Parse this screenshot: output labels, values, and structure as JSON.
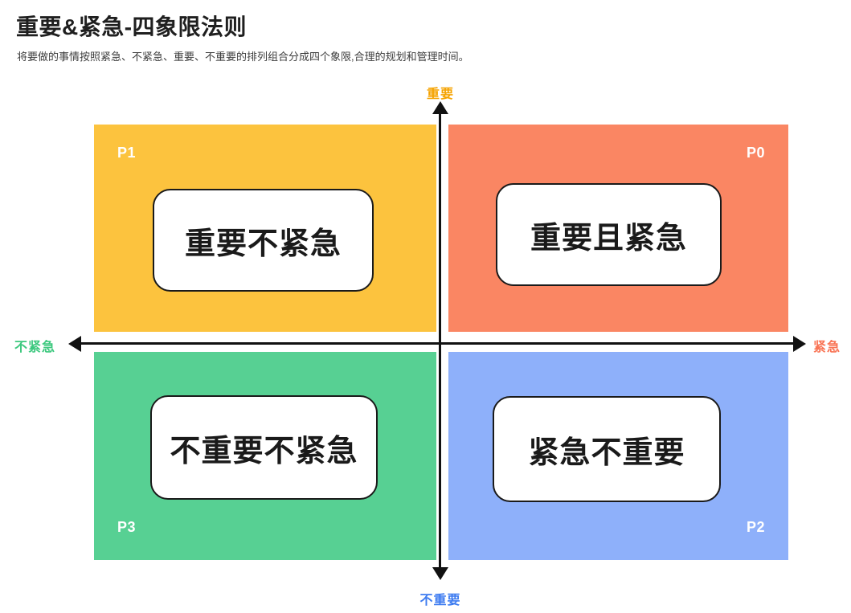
{
  "header": {
    "title": "重要&紧急-四象限法则",
    "subtitle": "将要做的事情按照紧急、不紧急、重要、不重要的排列组合分成四个象限,合理的规划和管理时间。"
  },
  "axes": {
    "line_color": "#111111",
    "top": {
      "label": "重要",
      "color": "#F5A300"
    },
    "bottom": {
      "label": "不重要",
      "color": "#3D7BF0"
    },
    "left": {
      "label": "不紧急",
      "color": "#3CC87E"
    },
    "right": {
      "label": "紧急",
      "color": "#F97455"
    }
  },
  "quadrants": {
    "top_left": {
      "priority": "P1",
      "label": "重要不紧急",
      "color": "#FCC33E"
    },
    "top_right": {
      "priority": "P0",
      "label": "重要且紧急",
      "color": "#FA8663"
    },
    "bottom_left": {
      "priority": "P3",
      "label": "不重要不紧急",
      "color": "#57D093"
    },
    "bottom_right": {
      "priority": "P2",
      "label": "紧急不重要",
      "color": "#8EB0FA"
    }
  }
}
